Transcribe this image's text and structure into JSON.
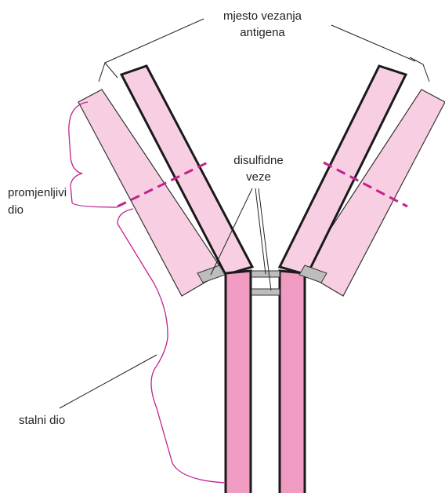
{
  "labels": {
    "binding_site_line1": "mjesto vezanja",
    "binding_site_line2": "antigena",
    "disulfide_line1": "disulfidne",
    "disulfide_line2": "veze",
    "variable_line1": "promjenljivi",
    "variable_line2": "dio",
    "constant": "stalni dio"
  },
  "colors": {
    "heavy_chain_fill": "#f09bc2",
    "light_chain_fill": "#f8cfe2",
    "variable_boundary": "#c2228f",
    "disulfide_bond": "#bdbdbd",
    "outline": "#1a1a1a"
  }
}
